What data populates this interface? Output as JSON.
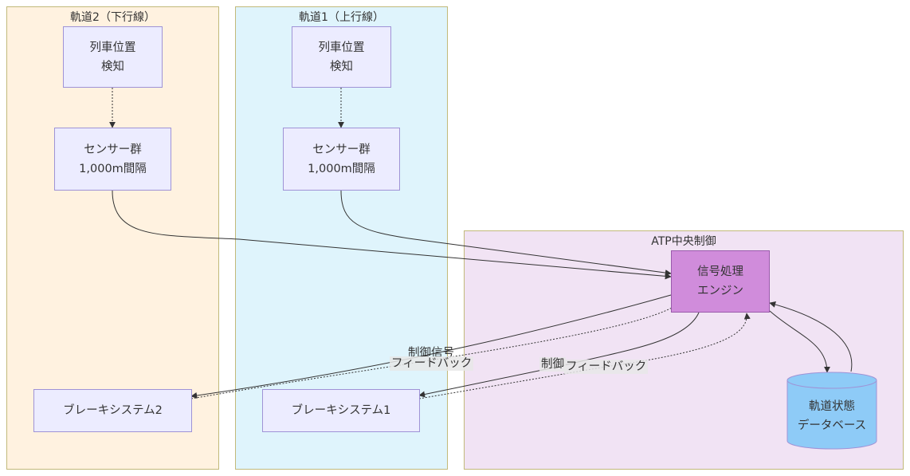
{
  "clusters": {
    "track2": "軌道2（下行線）",
    "track1": "軌道1（上行線）",
    "atp": "ATP中央制御"
  },
  "nodes": {
    "t2_pos": [
      "列車位置",
      "検知"
    ],
    "t2_sensor": [
      "センサー群",
      "1,000m間隔"
    ],
    "t2_brake": "ブレーキシステム2",
    "t1_pos": [
      "列車位置",
      "検知"
    ],
    "t1_sensor": [
      "センサー群",
      "1,000m間隔"
    ],
    "t1_brake": "ブレーキシステム1",
    "engine": [
      "信号処理",
      "エンジン"
    ],
    "db": [
      "軌道状態",
      "データベース"
    ]
  },
  "edge_labels": {
    "ctrl_signal_2": "制御信号",
    "feedback_2": "フィードバック",
    "ctrl_1": "制御",
    "feedback_1": "フィードバック"
  },
  "colors": {
    "track2_bg": "#fff2e0",
    "track1_bg": "#dff4fc",
    "atp_bg": "#f1e3f4",
    "node_bg": "#ececff",
    "engine_bg": "#d08cdb",
    "db_bg": "#8ecbf7"
  }
}
